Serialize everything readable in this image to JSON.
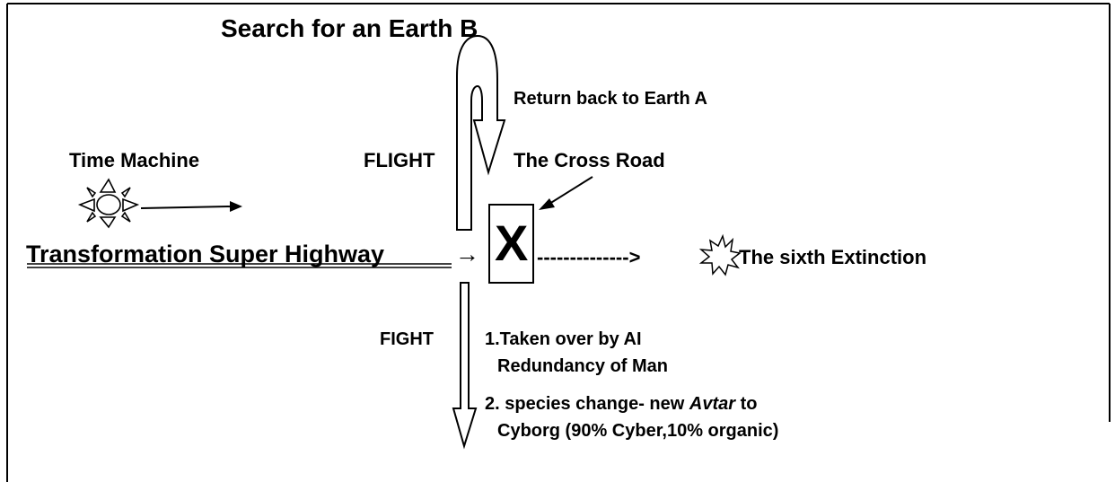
{
  "title": "Search for an Earth B",
  "labels": {
    "return": "Return back to Earth A",
    "time_machine": "Time Machine",
    "flight": "FLIGHT",
    "cross_road": "The Cross Road",
    "highway": "Transformation Super Highway",
    "arrow_glyph": "→",
    "cross_mark": "X",
    "dashed_arrow": "-------------->",
    "extinction": "The sixth Extinction",
    "fight": "FIGHT"
  },
  "outcomes": {
    "line1": "1.Taken over by AI",
    "line2": "Redundancy of Man",
    "line3_prefix": "2. species change- new ",
    "line3_italic": "Avtar",
    "line3_suffix": " to",
    "line4": "Cyborg (90% Cyber,10% organic)"
  },
  "icons": {
    "sun": "sun-icon",
    "explosion": "explosion-icon"
  }
}
